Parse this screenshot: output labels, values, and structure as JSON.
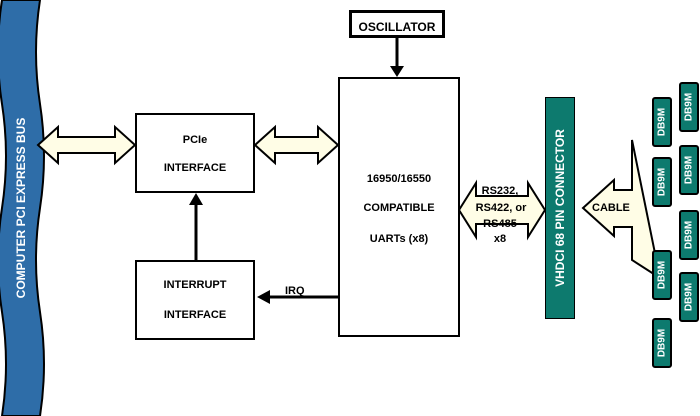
{
  "bus": {
    "label": "COMPUTER  PCI EXPRESS  BUS"
  },
  "oscillator": {
    "label": "OSCILLATOR"
  },
  "pcie": {
    "line1": "PCIe",
    "line2": "INTERFACE"
  },
  "interrupt": {
    "line1": "INTERRUPT",
    "line2": "INTERFACE"
  },
  "uart": {
    "line1": "16950/16550",
    "line2": "COMPATIBLE",
    "line3": "UARTs (x8)"
  },
  "irq": {
    "label": "IRQ"
  },
  "serial": {
    "line1": "RS232,",
    "line2": "RS422, or",
    "line3": "RS485",
    "line4": "x8"
  },
  "connector": {
    "label": "VHDCI 68 PIN CONNECTOR"
  },
  "cable": {
    "label": "CABLE"
  },
  "ports": {
    "label": "DB9M",
    "count": 8
  },
  "colors": {
    "bus": "#2e6da8",
    "connector": "#0d7a6e",
    "arrow_fill": "#fffde6"
  }
}
